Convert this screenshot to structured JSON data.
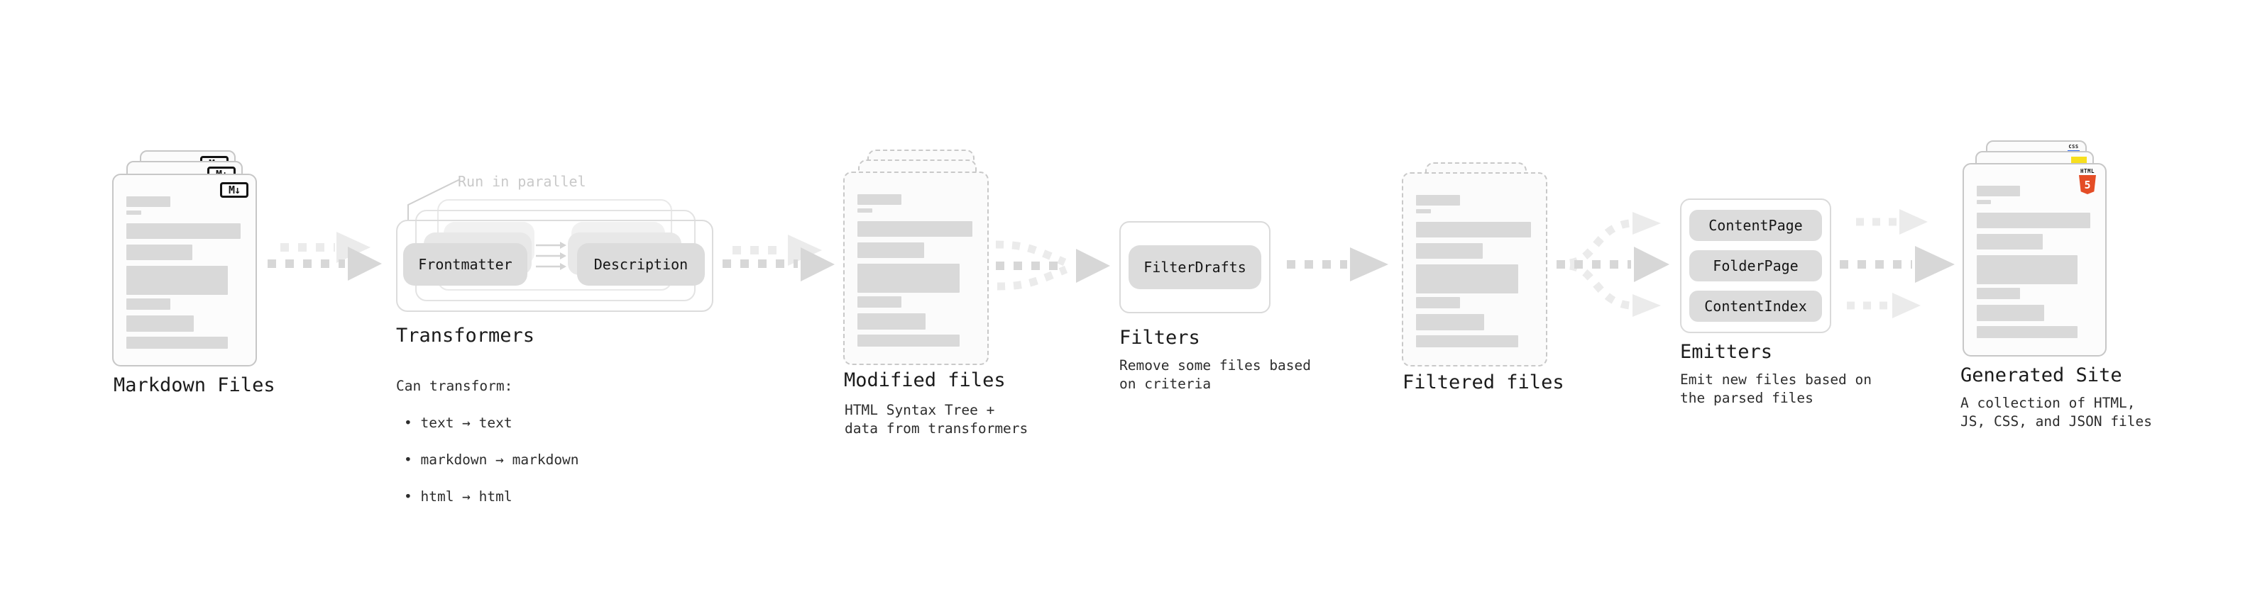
{
  "page": {
    "background": "#ffffff"
  },
  "stages": {
    "markdown_files": {
      "label": "Markdown Files",
      "badge": "M↓"
    },
    "transformers": {
      "label": "Transformers",
      "note": "Run in parallel",
      "pill_left": "Frontmatter",
      "pill_right": "Description",
      "desc_title": "Can transform:",
      "bullets": [
        "• text → text",
        "• markdown → markdown",
        "• html → html"
      ]
    },
    "modified_files": {
      "label": "Modified files",
      "desc": "HTML Syntax Tree +\ndata from transformers"
    },
    "filters": {
      "label": "Filters",
      "pill": "FilterDrafts",
      "desc": "Remove some files based\non criteria"
    },
    "filtered_files": {
      "label": "Filtered files"
    },
    "emitters": {
      "label": "Emitters",
      "pills": [
        "ContentPage",
        "FolderPage",
        "ContentIndex"
      ],
      "desc": "Emit new files based on\nthe parsed files"
    },
    "generated_site": {
      "label": "Generated Site",
      "desc": "A collection of HTML,\nJS, CSS, and JSON files",
      "badge_html_word": "HTML",
      "badge_html_digit": "5",
      "badge_css": "CSS"
    }
  },
  "icons": [
    "markdown-icon",
    "html5-icon",
    "css-icon",
    "js-icon"
  ],
  "colors": {
    "doc_border": "#c7c7c7",
    "doc_bg": "#fcfcfc",
    "content_bar": "#d9d9d9",
    "pill_bg": "#dcdcdc",
    "ghost_pill_bg": "#e8e8e8",
    "arrow_dark": "#d7d7d7",
    "arrow_light": "#ebebeb",
    "note_text": "#c9c9c9",
    "heading_text": "#1b1b1b",
    "body_text": "#2d2d2d",
    "html5_orange": "#e44d26",
    "js_yellow": "#f7df1e",
    "css_blue": "#2965f1"
  }
}
